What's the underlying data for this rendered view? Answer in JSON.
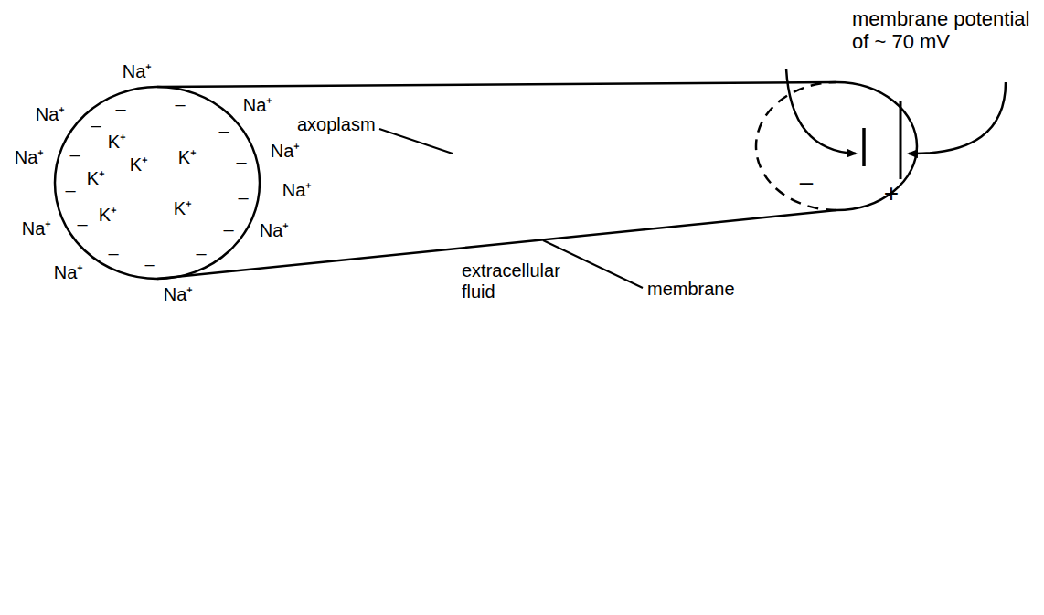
{
  "diagram": {
    "labels": [
      "membrane potential of ~ 70 mV",
      "axoplasm",
      "extracellular fluid",
      "membrane",
      "Na⁺",
      "Na⁺",
      "Na⁺",
      "Na⁺",
      "Na⁺",
      "Na⁺",
      "Na⁺",
      "Na⁺",
      "Na⁺",
      "Na⁺",
      "K⁺",
      "K⁺",
      "K⁺",
      "K⁺",
      "K⁺",
      "K⁺",
      "–",
      "–",
      "–",
      "–",
      "–",
      "–",
      "–",
      "–",
      "–",
      "–",
      "–",
      "–",
      "–",
      "–",
      "+"
    ]
  }
}
